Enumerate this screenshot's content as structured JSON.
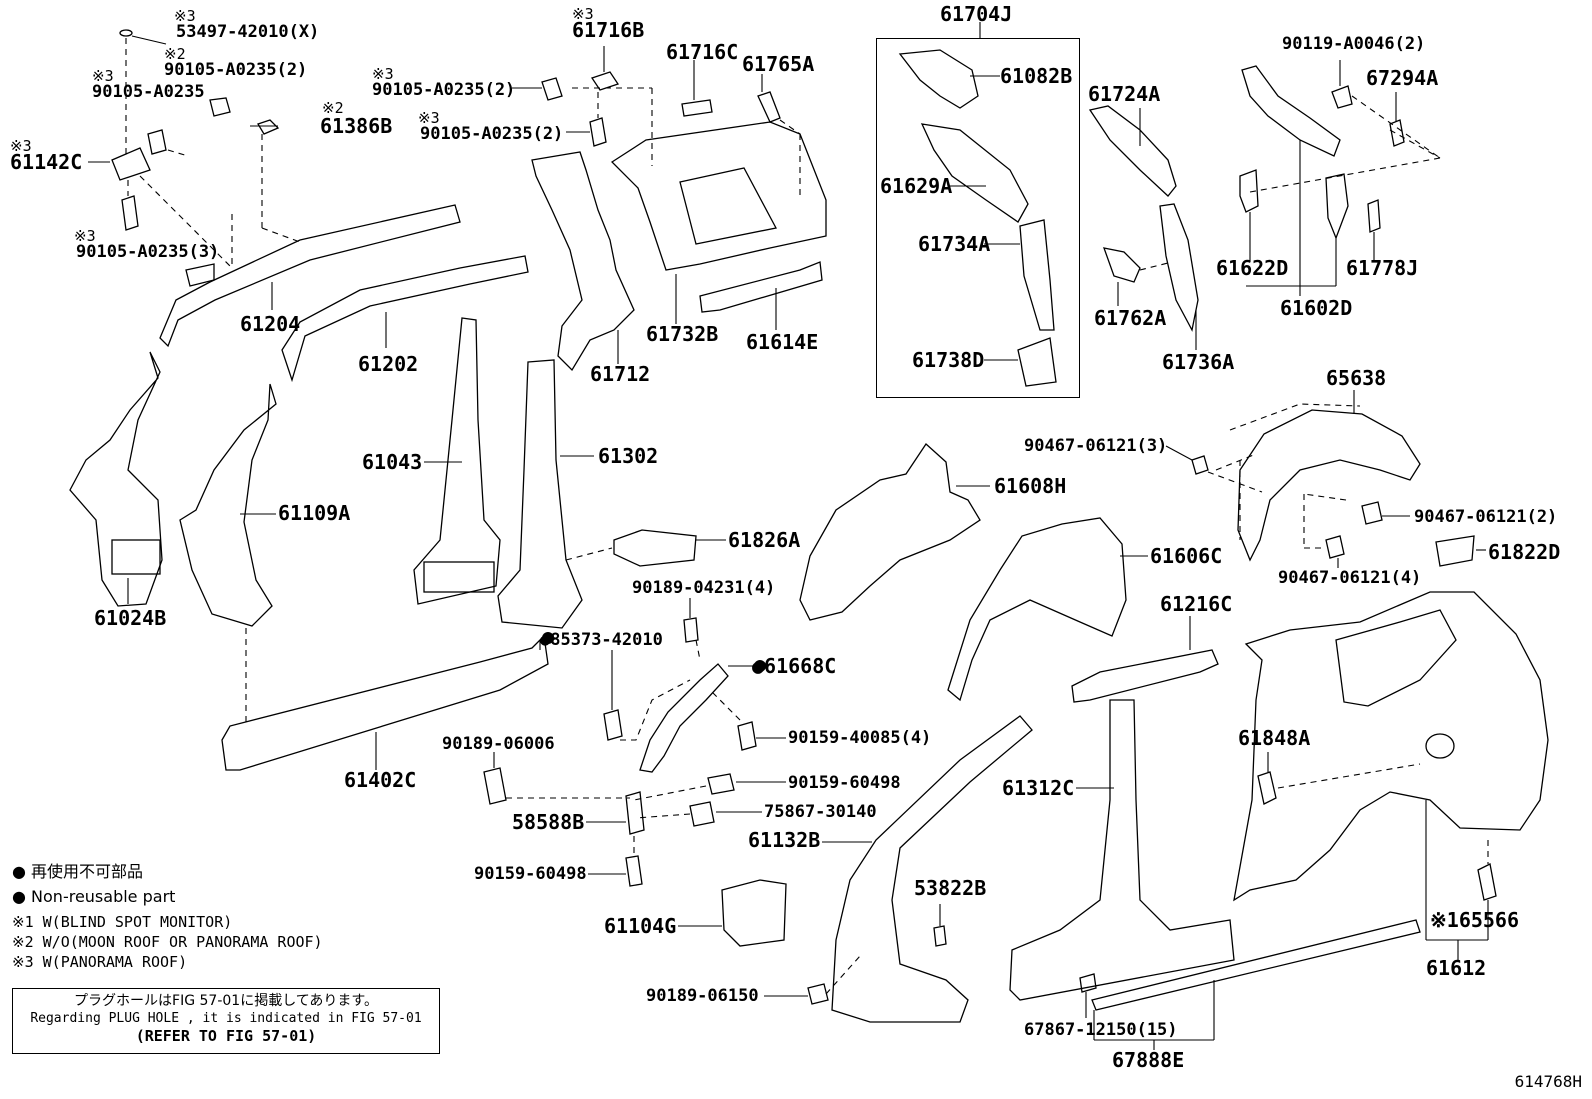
{
  "diagram_id": "614768H",
  "callouts": [
    {
      "id": "c01",
      "text": "53497-42010(X)",
      "mark": "※3"
    },
    {
      "id": "c02",
      "text": "90105-A0235(2)",
      "mark": "※2"
    },
    {
      "id": "c03",
      "text": "90105-A0235",
      "mark": "※3"
    },
    {
      "id": "c04",
      "text": "61386B",
      "mark": "※2"
    },
    {
      "id": "c05",
      "text": "61142C",
      "mark": "※3"
    },
    {
      "id": "c06",
      "text": "90105-A0235(3)",
      "mark": "※3"
    },
    {
      "id": "c07",
      "text": "61204",
      "mark": ""
    },
    {
      "id": "c08",
      "text": "61202",
      "mark": ""
    },
    {
      "id": "c09",
      "text": "61024B",
      "mark": ""
    },
    {
      "id": "c10",
      "text": "61109A",
      "mark": ""
    },
    {
      "id": "c11",
      "text": "61043",
      "mark": ""
    },
    {
      "id": "c12",
      "text": "61302",
      "mark": ""
    },
    {
      "id": "c13",
      "text": "61716B",
      "mark": "※3"
    },
    {
      "id": "c14",
      "text": "90105-A0235(2)",
      "mark": "※3"
    },
    {
      "id": "c15",
      "text": "90105-A0235(2)",
      "mark": "※3"
    },
    {
      "id": "c16",
      "text": "61716C",
      "mark": ""
    },
    {
      "id": "c17",
      "text": "61765A",
      "mark": ""
    },
    {
      "id": "c18",
      "text": "61712",
      "mark": ""
    },
    {
      "id": "c19",
      "text": "61732B",
      "mark": ""
    },
    {
      "id": "c20",
      "text": "61614E",
      "mark": ""
    },
    {
      "id": "c21",
      "text": "61704J",
      "mark": ""
    },
    {
      "id": "c22",
      "text": "61082B",
      "mark": ""
    },
    {
      "id": "c23",
      "text": "61629A",
      "mark": ""
    },
    {
      "id": "c24",
      "text": "61734A",
      "mark": ""
    },
    {
      "id": "c25",
      "text": "61738D",
      "mark": ""
    },
    {
      "id": "c26",
      "text": "61724A",
      "mark": ""
    },
    {
      "id": "c27",
      "text": "61762A",
      "mark": ""
    },
    {
      "id": "c28",
      "text": "61736A",
      "mark": ""
    },
    {
      "id": "c29",
      "text": "90119-A0046(2)",
      "mark": ""
    },
    {
      "id": "c30",
      "text": "67294A",
      "mark": ""
    },
    {
      "id": "c31",
      "text": "61622D",
      "mark": ""
    },
    {
      "id": "c32",
      "text": "61778J",
      "mark": ""
    },
    {
      "id": "c33",
      "text": "61602D",
      "mark": ""
    },
    {
      "id": "c34",
      "text": "65638",
      "mark": ""
    },
    {
      "id": "c35",
      "text": "90467-06121(3)",
      "mark": ""
    },
    {
      "id": "c36",
      "text": "90467-06121(2)",
      "mark": ""
    },
    {
      "id": "c37",
      "text": "90467-06121(4)",
      "mark": ""
    },
    {
      "id": "c38",
      "text": "61822D",
      "mark": ""
    },
    {
      "id": "c39",
      "text": "61608H",
      "mark": ""
    },
    {
      "id": "c40",
      "text": "61606C",
      "mark": ""
    },
    {
      "id": "c41",
      "text": "61826A",
      "mark": ""
    },
    {
      "id": "c42",
      "text": "90189-04231(4)",
      "mark": ""
    },
    {
      "id": "c43",
      "text": "85373-42010",
      "mark": "●"
    },
    {
      "id": "c44",
      "text": "61668C",
      "mark": "●"
    },
    {
      "id": "c45",
      "text": "90159-40085(4)",
      "mark": ""
    },
    {
      "id": "c46",
      "text": "90189-06006",
      "mark": ""
    },
    {
      "id": "c47",
      "text": "90159-60498",
      "mark": ""
    },
    {
      "id": "c48",
      "text": "75867-30140",
      "mark": ""
    },
    {
      "id": "c49",
      "text": "58588B",
      "mark": ""
    },
    {
      "id": "c50",
      "text": "61132B",
      "mark": ""
    },
    {
      "id": "c51",
      "text": "90159-60498",
      "mark": ""
    },
    {
      "id": "c52",
      "text": "61104G",
      "mark": ""
    },
    {
      "id": "c53",
      "text": "53822B",
      "mark": ""
    },
    {
      "id": "c54",
      "text": "90189-06150",
      "mark": ""
    },
    {
      "id": "c55",
      "text": "61402C",
      "mark": ""
    },
    {
      "id": "c56",
      "text": "61216C",
      "mark": ""
    },
    {
      "id": "c57",
      "text": "61312C",
      "mark": ""
    },
    {
      "id": "c58",
      "text": "61848A",
      "mark": ""
    },
    {
      "id": "c59",
      "text": "65566",
      "mark": "※1"
    },
    {
      "id": "c60",
      "text": "61612",
      "mark": ""
    },
    {
      "id": "c61",
      "text": "67867-12150(15)",
      "mark": ""
    },
    {
      "id": "c62",
      "text": "67888E",
      "mark": ""
    }
  ],
  "legend": {
    "jp_nonreusable": "● 再使用不可部品",
    "en_nonreusable": "● Non-reusable part",
    "cond1": "※1 W(BLIND SPOT MONITOR)",
    "cond2": "※2 W/O(MOON ROOF OR PANORAMA ROOF)",
    "cond3": "※3 W(PANORAMA ROOF)"
  },
  "plug_hole": {
    "jp": "プラグホールはFIG 57-01に掲載してあります。",
    "en": "Regarding PLUG HOLE , it is indicated in FIG 57-01",
    "ref": "(REFER TO FIG 57-01)"
  }
}
